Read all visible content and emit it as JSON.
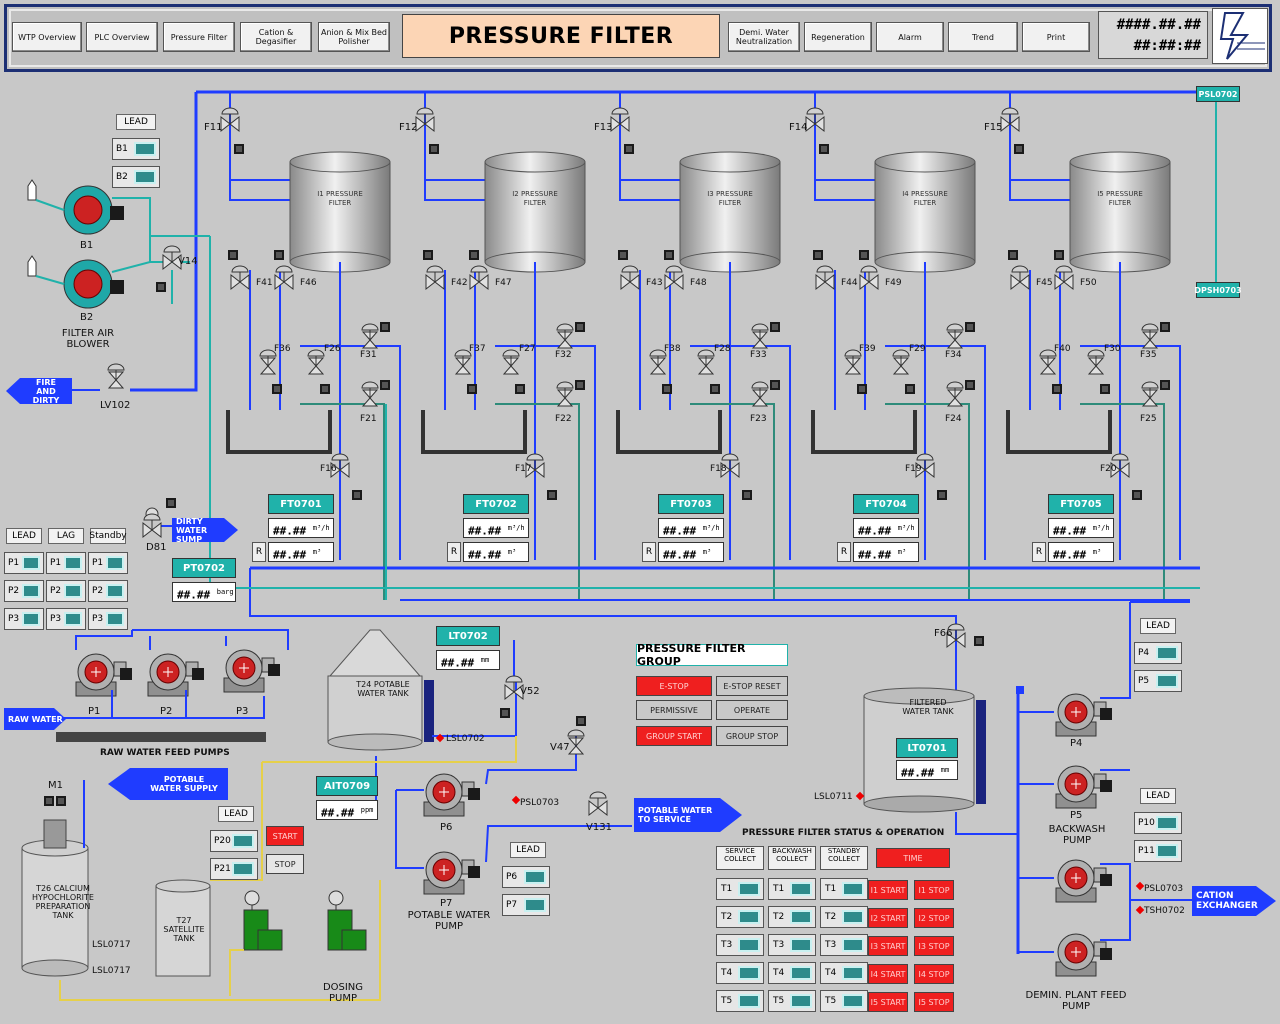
{
  "nav": {
    "left": [
      {
        "id": "wtp",
        "label": "WTP Overview"
      },
      {
        "id": "plc",
        "label": "PLC Overview"
      },
      {
        "id": "pf",
        "label": "Pressure Filter"
      },
      {
        "id": "cd",
        "label": "Cation & Degasifier"
      },
      {
        "id": "am",
        "label": "Anion & Mix Bed Polisher"
      }
    ],
    "right": [
      {
        "id": "demin",
        "label": "Demi. Water Neutralization"
      },
      {
        "id": "regen",
        "label": "Regeneration"
      },
      {
        "id": "alarm",
        "label": "Alarm"
      },
      {
        "id": "trend",
        "label": "Trend"
      },
      {
        "id": "print",
        "label": "Print"
      }
    ],
    "title": "PRESSURE FILTER",
    "date": "####.##.##",
    "time": "##:##:##"
  },
  "filters": [
    {
      "name": "I1 PRESSURE FILTER",
      "inlet": "F11",
      "drainA": "F41",
      "drainB": "F46",
      "v1": "F36",
      "v2": "F26",
      "v3": "F31",
      "v4": "F21",
      "out": "F16",
      "ft": "FT0701"
    },
    {
      "name": "I2 PRESSURE FILTER",
      "inlet": "F12",
      "drainA": "F42",
      "drainB": "F47",
      "v1": "F37",
      "v2": "F27",
      "v3": "F32",
      "v4": "F22",
      "out": "F17",
      "ft": "FT0702"
    },
    {
      "name": "I3 PRESSURE FILTER",
      "inlet": "F13",
      "drainA": "F43",
      "drainB": "F48",
      "v1": "F38",
      "v2": "F28",
      "v3": "F33",
      "v4": "F23",
      "out": "F18",
      "ft": "FT0703"
    },
    {
      "name": "I4 PRESSURE FILTER",
      "inlet": "F14",
      "drainA": "F44",
      "drainB": "F49",
      "v1": "F39",
      "v2": "F29",
      "v3": "F34",
      "v4": "F24",
      "out": "F19",
      "ft": "FT0704"
    },
    {
      "name": "I5 PRESSURE FILTER",
      "inlet": "F15",
      "drainA": "F45",
      "drainB": "F50",
      "v1": "F40",
      "v2": "F30",
      "v3": "F35",
      "v4": "F25",
      "out": "F20",
      "ft": "FT0705"
    }
  ],
  "readouts": {
    "flow": "##.##",
    "total": "##.##",
    "flow_unit": "m³/h",
    "total_unit": "m³",
    "r": "R"
  },
  "tags": {
    "pslo702": "PSL0702",
    "dpsh0703": "DPSH0703",
    "pt0702": "PT0702",
    "pt_val": "##.##",
    "pt_unit": "barg",
    "lt0702": "LT0702",
    "lt0702_val": "##.##",
    "lt_unit": "mm",
    "ait0709": "AIT0709",
    "ait_val": "##.##",
    "ait_unit": "ppm",
    "lt0701": "LT0701",
    "lt0701_val": "##.##",
    "lslo702": "LSL0702",
    "pslo703a": "PSL0703",
    "pslo703b": "PSL0703",
    "tsh0702": "TSH0702",
    "lslo711": "LSL0711",
    "lslo717a": "LSL0717",
    "lslo717b": "LSL0717"
  },
  "labels": {
    "b1": "B1",
    "b2": "B2",
    "blower": "FILTER AIR BLOWER",
    "v14": "V14",
    "lv102": "LV102",
    "d81": "D81",
    "fire": "FIRE AND DIRTY",
    "dirty": "DIRTY WATER SUMP",
    "raw": "RAW WATER",
    "rawpumps": "RAW WATER FEED PUMPS",
    "p1": "P1",
    "p2": "P2",
    "p3": "P3",
    "t24": "T24 POTABLE WATER TANK",
    "v52": "V52",
    "v47": "V47",
    "v131": "V131",
    "p6": "P6",
    "p7": "P7",
    "potpump": "POTABLE WATER PUMP",
    "potsupply": "POTABLE WATER SUPPLY",
    "potservice": "POTABLE WATER TO SERVICE",
    "m1": "M1",
    "t26": "T26 CALCIUM HYPOCHLORITE PREPARATION TANK",
    "t27": "T27 SATELLITE TANK",
    "dosing": "DOSING PUMP",
    "f66": "F66",
    "filtered": "FILTERED WATER TANK",
    "p4": "P4",
    "p5": "P5",
    "backwash": "BACKWASH PUMP",
    "demin": "DEMIN. PLANT FEED PUMP",
    "cation": "CATION EXCHANGER",
    "p10": "P10",
    "p11": "P11"
  },
  "selectors": {
    "lead": "LEAD",
    "lag": "LAG",
    "standby": "Standby",
    "blower": [
      "B1",
      "B2"
    ],
    "raw": [
      "P1",
      "P2",
      "P3"
    ],
    "potable": [
      "P6",
      "P7"
    ],
    "dose": [
      "P20",
      "P21"
    ],
    "bw": [
      "P4",
      "P5"
    ],
    "demin": [
      "P10",
      "P11"
    ]
  },
  "group": {
    "title": "PRESSURE FILTER GROUP",
    "buttons": [
      {
        "label": "E-STOP",
        "style": "red"
      },
      {
        "label": "E-STOP RESET",
        "style": "grey"
      },
      {
        "label": "PERMISSIVE",
        "style": "grey"
      },
      {
        "label": "OPERATE",
        "style": "grey"
      },
      {
        "label": "GROUP START",
        "style": "red"
      },
      {
        "label": "GROUP STOP",
        "style": "grey"
      }
    ]
  },
  "dose_btns": {
    "start": "START",
    "stop": "STOP"
  },
  "status": {
    "title": "PRESSURE FILTER STATUS & OPERATION",
    "cols": [
      "SERVICE COLLECT",
      "BACKWASH COLLECT",
      "STANDBY COLLECT"
    ],
    "rows": [
      "T1",
      "T2",
      "T3",
      "T4",
      "T5"
    ],
    "time": "TIME",
    "start": [
      "I1 START",
      "I2 START",
      "I3 START",
      "I4 START",
      "I5 START"
    ],
    "stop": [
      "I1 STOP",
      "I2 STOP",
      "I3 STOP",
      "I4 STOP",
      "I5 STOP"
    ]
  },
  "colors": {
    "pipe": "#1f3cff",
    "teal": "#20b2aa",
    "red": "#ef1f1f",
    "navy": "#1c2f74",
    "pump": "#cc2222"
  }
}
